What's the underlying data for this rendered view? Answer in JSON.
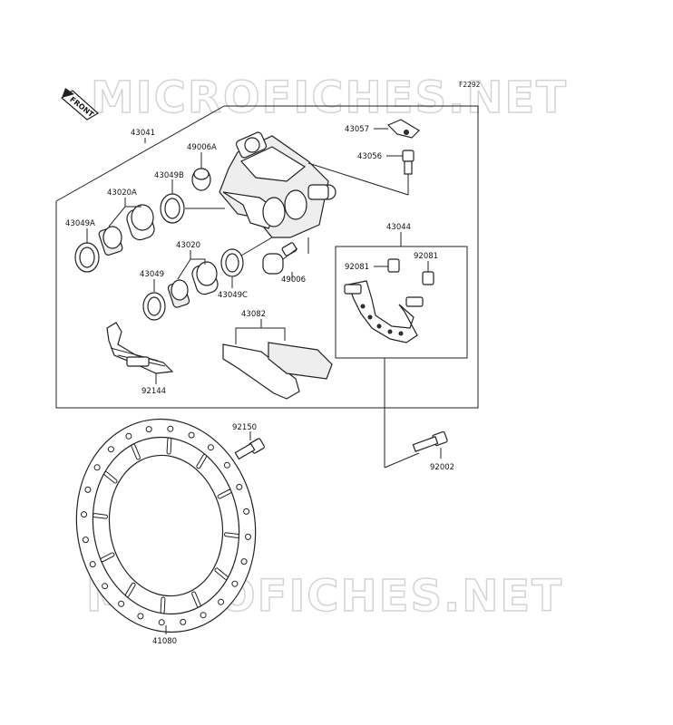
{
  "diagram_code": "F2292",
  "watermark": "MICROFICHES.NET",
  "front_label": "FRONT",
  "parts": {
    "p43041": "43041",
    "p49006A": "49006A",
    "p43049B": "43049B",
    "p43020A": "43020A",
    "p43049A": "43049A",
    "p43020": "43020",
    "p43049": "43049",
    "p43049C": "43049C",
    "p49006": "49006",
    "p43082": "43082",
    "p92144": "92144",
    "p43057": "43057",
    "p43056": "43056",
    "p43044": "43044",
    "p92081a": "92081",
    "p92081b": "92081",
    "p92150": "92150",
    "p92002": "92002",
    "p41080": "41080"
  }
}
